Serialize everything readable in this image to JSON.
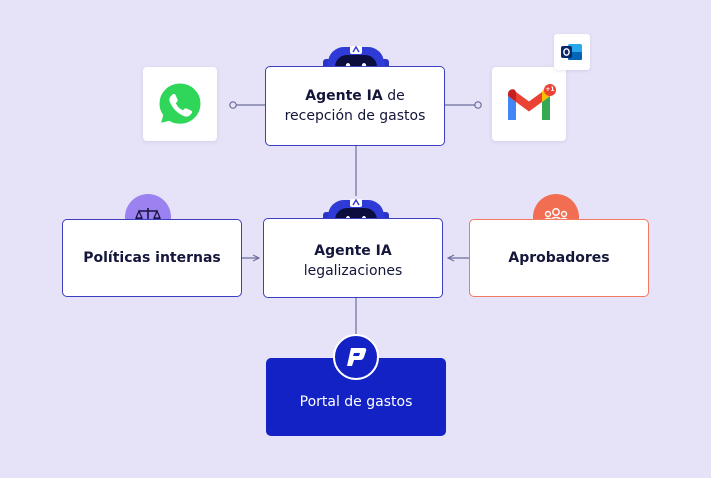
{
  "nodes": {
    "reception": {
      "title": "Agente IA",
      "title_suffix": "de",
      "subtitle": "recepción de gastos"
    },
    "legalizations": {
      "title": "Agente IA",
      "subtitle": "legalizaciones"
    },
    "policies": {
      "label": "Políticas internas"
    },
    "approvers": {
      "label": "Aprobadores"
    },
    "portal": {
      "label": "Portal de gastos"
    }
  },
  "apps": {
    "left": "whatsapp-icon",
    "right": "gmail-icon",
    "extra": "outlook-icon",
    "gmail_badge": "+1"
  },
  "colors": {
    "background": "#e6e3f8",
    "node_border": "#3b3fc0",
    "approvers_border": "#f07a62",
    "portal_fill": "#1322c4",
    "policies_badge": "#9b82f0",
    "approvers_badge": "#f26e52",
    "whatsapp_green": "#2fd65a"
  }
}
